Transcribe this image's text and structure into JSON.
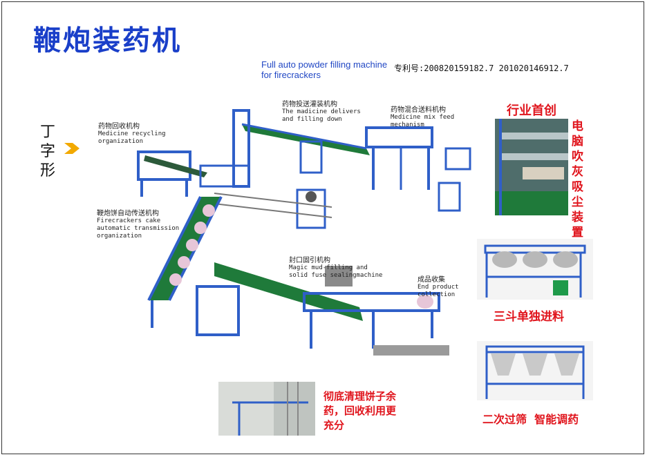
{
  "title": "鞭炮装药机",
  "english_title": "Full auto powder filling machine for firecrackers",
  "patent": "专利号:200820159182.7  201020146912.7",
  "layout_type": "丁字形",
  "labels": {
    "delivery": {
      "zh": "药物投送灌装机构",
      "en": "The madicine delivers\nand filling down"
    },
    "mix": {
      "zh": "药物混合送料机构",
      "en": "Medicine mix feed\nmechanism"
    },
    "recycle": {
      "zh": "药物回收机构",
      "en": "Medicine recycling\norganization"
    },
    "transmission": {
      "zh": "鞭炮饼自动传送机构",
      "en": "Firecrackers cake\nautomatic transmission\norganization"
    },
    "sealing": {
      "zh": "封口固引机构",
      "en": "Magic mud-filling and\nsolid fuse sealingmachine"
    },
    "collection": {
      "zh": "成品收集",
      "en": "End product\ncollection"
    }
  },
  "features": {
    "first": "行业首创",
    "dust": "电脑吹灰吸尘装置",
    "three_hopper": "三斗单独进料",
    "clean": "彻底清理饼子余药，回收利用更充分",
    "screen": "二次过筛  智能调药"
  },
  "colors": {
    "title_blue": "#1a3fc9",
    "feature_red": "#e0141c",
    "frame_blue": "#2f5fc8",
    "belt_green": "#1f7a3a"
  }
}
